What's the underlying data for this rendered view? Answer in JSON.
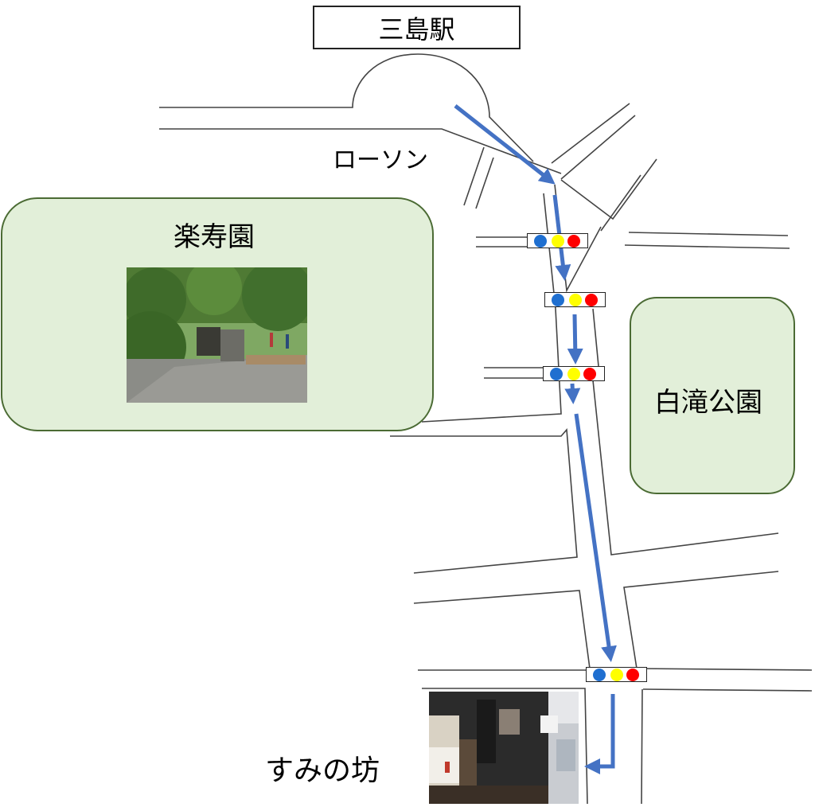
{
  "labels": {
    "station": "三島駅",
    "lawson": "ローソン",
    "park_left": "楽寿園",
    "park_right": "白滝公園",
    "destination": "すみの坊"
  },
  "colors": {
    "route": "#4472c4",
    "park_fill": "#e2efd9",
    "park_border": "#4b6b34",
    "signal_blue": "#1f6fd0",
    "signal_yellow": "#ffff00",
    "signal_red": "#ff0000"
  },
  "signals": [
    "traffic-light",
    "traffic-light",
    "traffic-light",
    "traffic-light"
  ]
}
